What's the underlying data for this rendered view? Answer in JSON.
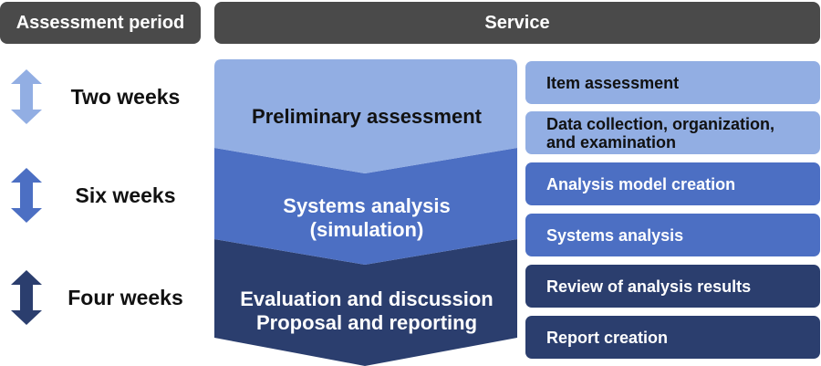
{
  "header": {
    "period_title": "Assessment period",
    "service_title": "Service"
  },
  "colors": {
    "header_bg": "#4a4a4a",
    "light": "#92aee3",
    "medium": "#4c6fc3",
    "dark": "#2b3e6e",
    "text_dark": "#111111",
    "text_light": "#ffffff"
  },
  "periods": [
    {
      "label": "Two weeks",
      "arrow_color": "#92aee3"
    },
    {
      "label": "Six weeks",
      "arrow_color": "#4c6fc3"
    },
    {
      "label": "Four weeks",
      "arrow_color": "#2b3e6e"
    }
  ],
  "stages": [
    {
      "lines": [
        "Preliminary assessment"
      ],
      "color": "#92aee3",
      "text_color": "#111111"
    },
    {
      "lines": [
        "Systems analysis",
        "(simulation)"
      ],
      "color": "#4c6fc3",
      "text_color": "#ffffff"
    },
    {
      "lines": [
        "Evaluation and discussion",
        "Proposal and reporting"
      ],
      "color": "#2b3e6e",
      "text_color": "#ffffff"
    }
  ],
  "services": [
    {
      "lines": [
        "Item assessment"
      ],
      "color": "#92aee3",
      "text_color": "#111111"
    },
    {
      "lines": [
        "Data collection, organization,",
        "and examination"
      ],
      "color": "#92aee3",
      "text_color": "#111111"
    },
    {
      "lines": [
        "Analysis model creation"
      ],
      "color": "#4c6fc3",
      "text_color": "#ffffff"
    },
    {
      "lines": [
        "Systems analysis"
      ],
      "color": "#4c6fc3",
      "text_color": "#ffffff"
    },
    {
      "lines": [
        "Review of analysis results"
      ],
      "color": "#2b3e6e",
      "text_color": "#ffffff"
    },
    {
      "lines": [
        "Report creation"
      ],
      "color": "#2b3e6e",
      "text_color": "#ffffff"
    }
  ]
}
